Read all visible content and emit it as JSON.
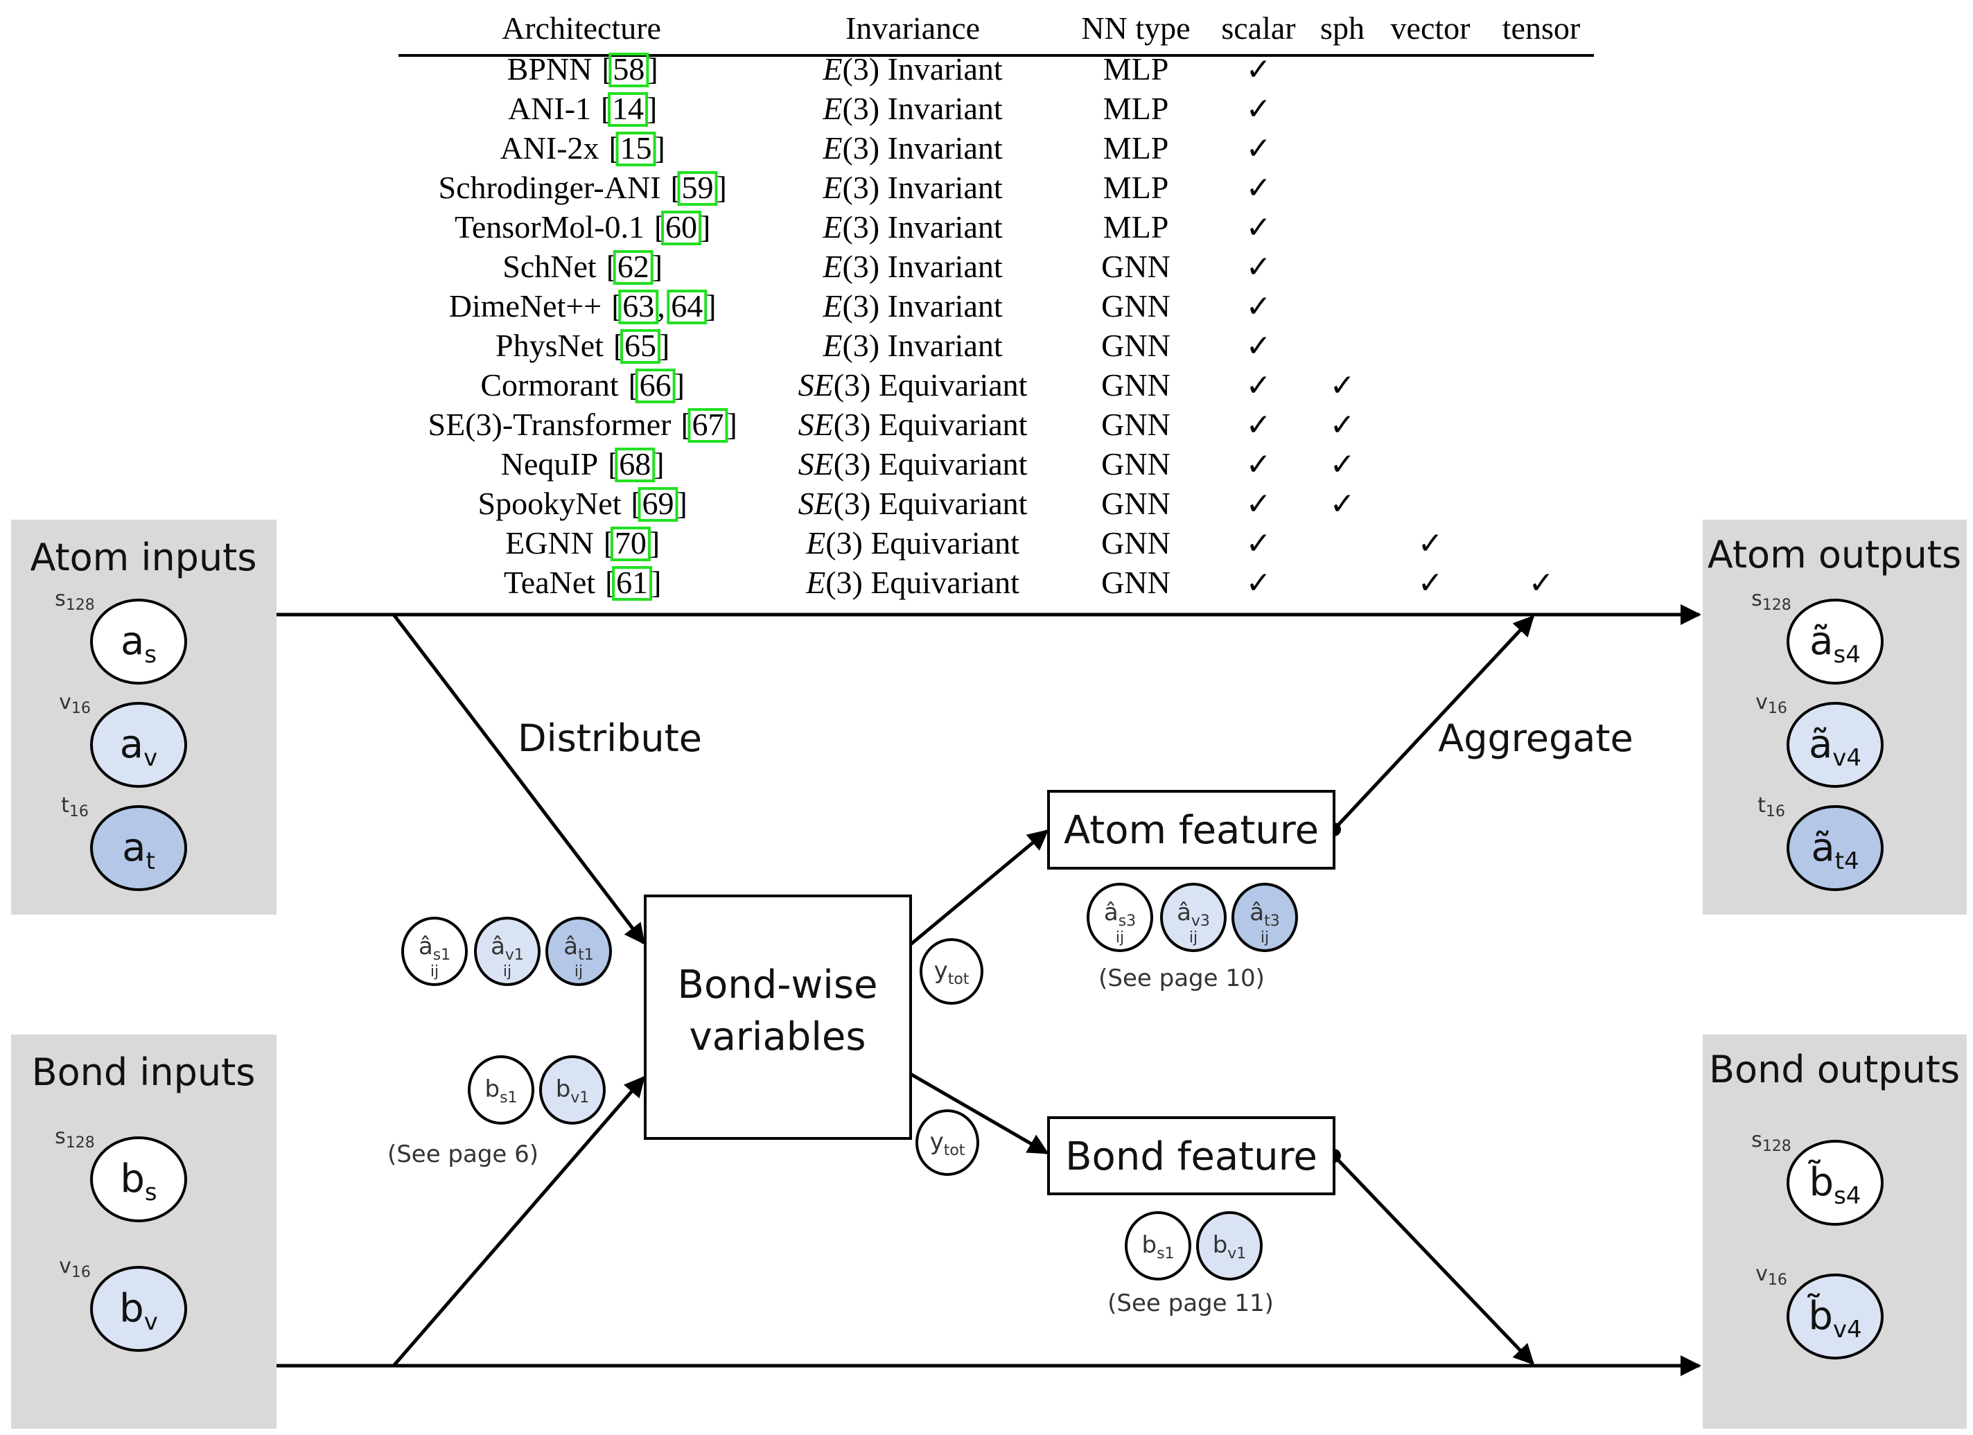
{
  "colors": {
    "panel": "#d9d9d9",
    "scalar_node": "#ffffff",
    "vector_node": "#dae3f3",
    "tensor_node": "#b4c7e7",
    "citation_box": "#22e022"
  },
  "table": {
    "headers": [
      "Architecture",
      "Invariance",
      "NN type",
      "scalar",
      "sph",
      "vector",
      "tensor"
    ],
    "check_glyph": "✓",
    "rows": [
      {
        "name": "BPNN",
        "refs": [
          "58"
        ],
        "inv_group": "E",
        "inv_rest": "(3) Invariant",
        "nn": "MLP",
        "scalar": true,
        "sph": false,
        "vector": false,
        "tensor": false
      },
      {
        "name": "ANI-1",
        "refs": [
          "14"
        ],
        "inv_group": "E",
        "inv_rest": "(3) Invariant",
        "nn": "MLP",
        "scalar": true,
        "sph": false,
        "vector": false,
        "tensor": false
      },
      {
        "name": "ANI-2x",
        "refs": [
          "15"
        ],
        "inv_group": "E",
        "inv_rest": "(3) Invariant",
        "nn": "MLP",
        "scalar": true,
        "sph": false,
        "vector": false,
        "tensor": false
      },
      {
        "name": "Schrodinger-ANI",
        "refs": [
          "59"
        ],
        "inv_group": "E",
        "inv_rest": "(3) Invariant",
        "nn": "MLP",
        "scalar": true,
        "sph": false,
        "vector": false,
        "tensor": false
      },
      {
        "name": "TensorMol-0.1",
        "refs": [
          "60"
        ],
        "inv_group": "E",
        "inv_rest": "(3) Invariant",
        "nn": "MLP",
        "scalar": true,
        "sph": false,
        "vector": false,
        "tensor": false
      },
      {
        "name": "SchNet",
        "refs": [
          "62"
        ],
        "inv_group": "E",
        "inv_rest": "(3) Invariant",
        "nn": "GNN",
        "scalar": true,
        "sph": false,
        "vector": false,
        "tensor": false
      },
      {
        "name": "DimeNet++",
        "refs": [
          "63",
          "64"
        ],
        "inv_group": "E",
        "inv_rest": "(3) Invariant",
        "nn": "GNN",
        "scalar": true,
        "sph": false,
        "vector": false,
        "tensor": false
      },
      {
        "name": "PhysNet",
        "refs": [
          "65"
        ],
        "inv_group": "E",
        "inv_rest": "(3) Invariant",
        "nn": "GNN",
        "scalar": true,
        "sph": false,
        "vector": false,
        "tensor": false
      },
      {
        "name": "Cormorant",
        "refs": [
          "66"
        ],
        "inv_group": "SE",
        "inv_rest": "(3) Equivariant",
        "nn": "GNN",
        "scalar": true,
        "sph": true,
        "vector": false,
        "tensor": false
      },
      {
        "name": "SE(3)-Transformer",
        "refs": [
          "67"
        ],
        "inv_group": "SE",
        "inv_rest": "(3) Equivariant",
        "nn": "GNN",
        "scalar": true,
        "sph": true,
        "vector": false,
        "tensor": false
      },
      {
        "name": "NequIP",
        "refs": [
          "68"
        ],
        "inv_group": "SE",
        "inv_rest": "(3) Equivariant",
        "nn": "GNN",
        "scalar": true,
        "sph": true,
        "vector": false,
        "tensor": false
      },
      {
        "name": "SpookyNet",
        "refs": [
          "69"
        ],
        "inv_group": "SE",
        "inv_rest": "(3) Equivariant",
        "nn": "GNN",
        "scalar": true,
        "sph": true,
        "vector": false,
        "tensor": false
      },
      {
        "name": "EGNN",
        "refs": [
          "70"
        ],
        "inv_group": "E",
        "inv_rest": "(3) Equivariant",
        "nn": "GNN",
        "scalar": true,
        "sph": false,
        "vector": true,
        "tensor": false
      },
      {
        "name": "TeaNet",
        "refs": [
          "61"
        ],
        "inv_group": "E",
        "inv_rest": "(3) Equivariant",
        "nn": "GNN",
        "scalar": true,
        "sph": false,
        "vector": true,
        "tensor": true
      }
    ]
  },
  "diagram": {
    "atom_inputs": {
      "title": "Atom inputs",
      "nodes": [
        {
          "dim": "s",
          "dim_sub": "128",
          "sym": "a",
          "sub": "s",
          "kind": "scalar"
        },
        {
          "dim": "v",
          "dim_sub": "16",
          "sym": "a",
          "sub": "v",
          "kind": "vector"
        },
        {
          "dim": "t",
          "dim_sub": "16",
          "sym": "a",
          "sub": "t",
          "kind": "tensor"
        }
      ]
    },
    "bond_inputs": {
      "title": "Bond inputs",
      "nodes": [
        {
          "dim": "s",
          "dim_sub": "128",
          "sym": "b",
          "sub": "s",
          "kind": "scalar"
        },
        {
          "dim": "v",
          "dim_sub": "16",
          "sym": "b",
          "sub": "v",
          "kind": "vector"
        }
      ]
    },
    "atom_outputs": {
      "title": "Atom outputs",
      "nodes": [
        {
          "dim": "s",
          "dim_sub": "128",
          "sym": "ã",
          "sub": "s4",
          "kind": "scalar"
        },
        {
          "dim": "v",
          "dim_sub": "16",
          "sym": "ã",
          "sub": "v4",
          "kind": "vector"
        },
        {
          "dim": "t",
          "dim_sub": "16",
          "sym": "ã",
          "sub": "t4",
          "kind": "tensor"
        }
      ]
    },
    "bond_outputs": {
      "title": "Bond outputs",
      "nodes": [
        {
          "dim": "s",
          "dim_sub": "128",
          "sym": "b̃",
          "sub": "s4",
          "kind": "scalar"
        },
        {
          "dim": "v",
          "dim_sub": "16",
          "sym": "b̃",
          "sub": "v4",
          "kind": "vector"
        }
      ]
    },
    "distribute_label": "Distribute",
    "aggregate_label": "Aggregate",
    "bondwise_box": {
      "line1": "Bond-wise",
      "line2": "variables"
    },
    "atom_feature_box": "Atom feature",
    "bond_feature_box": "Bond feature",
    "bondwise_atom_vars": [
      {
        "sym": "â",
        "sub": "s1",
        "idx": "ij",
        "kind": "scalar"
      },
      {
        "sym": "â",
        "sub": "v1",
        "idx": "ij",
        "kind": "vector"
      },
      {
        "sym": "â",
        "sub": "t1",
        "idx": "ij",
        "kind": "tensor"
      }
    ],
    "bondwise_bond_vars": [
      {
        "sym": "b",
        "sub": "s1",
        "kind": "scalar"
      },
      {
        "sym": "b",
        "sub": "v1",
        "kind": "vector"
      }
    ],
    "bondwise_note": "(See page 6)",
    "ytot_upper": {
      "sym": "y",
      "sub": "tot"
    },
    "ytot_lower": {
      "sym": "y",
      "sub": "tot"
    },
    "atom_feature_vars": [
      {
        "sym": "â",
        "sub": "s3",
        "idx": "ij",
        "kind": "scalar"
      },
      {
        "sym": "â",
        "sub": "v3",
        "idx": "ij",
        "kind": "vector"
      },
      {
        "sym": "â",
        "sub": "t3",
        "idx": "ij",
        "kind": "tensor"
      }
    ],
    "atom_feature_note": "(See page 10)",
    "bond_feature_vars": [
      {
        "sym": "b",
        "sub": "s1",
        "kind": "scalar"
      },
      {
        "sym": "b",
        "sub": "v1",
        "kind": "vector"
      }
    ],
    "bond_feature_note": "(See page 11)"
  }
}
